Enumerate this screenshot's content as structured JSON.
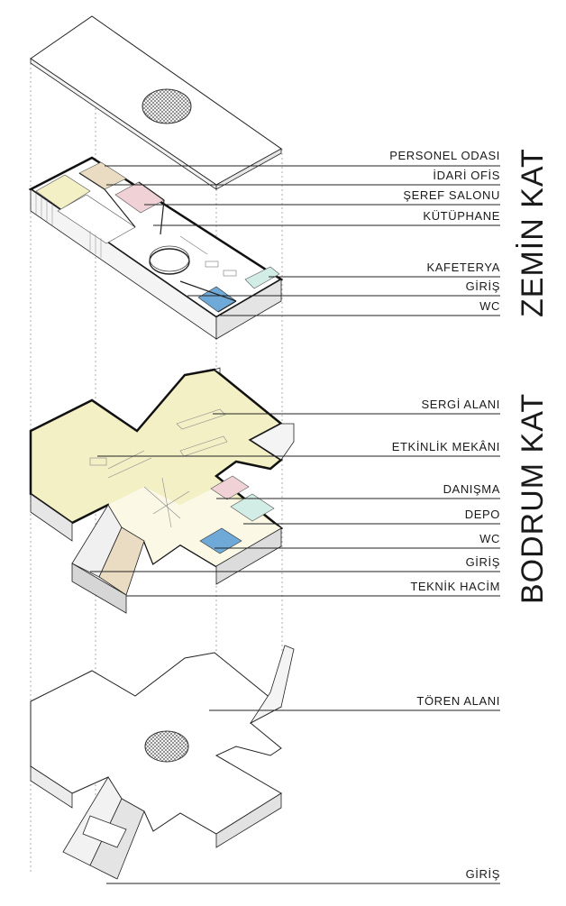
{
  "sections": {
    "ground": {
      "title": "ZEMİN KAT",
      "labels": [
        "PERSONEL ODASI",
        "İDARİ OFİS",
        "ŞEREF SALONU",
        "KÜTÜPHANE",
        "KAFETERYA",
        "GİRİŞ",
        "WC"
      ]
    },
    "basement": {
      "title": "BODRUM KAT",
      "labels": [
        "SERGİ ALANI",
        "ETKİNLİK MEKÂNI",
        "DANIŞMA",
        "DEPO",
        "WC",
        "GİRİŞ",
        "TEKNİK HACİM"
      ]
    },
    "roof": {
      "labels": [
        "TÖREN ALANI",
        "GİRİŞ"
      ]
    }
  },
  "colors": {
    "line": "#1a1a1a",
    "fill_yellow": "#f3f0c6",
    "fill_pink": "#f0d2d6",
    "fill_mint": "#d2ece6",
    "fill_blue": "#6fa9d8",
    "fill_tan": "#eadcc2",
    "shadow": "#d9d9d9"
  },
  "icons": {
    "skylight": "circular-mesh-skylight"
  }
}
